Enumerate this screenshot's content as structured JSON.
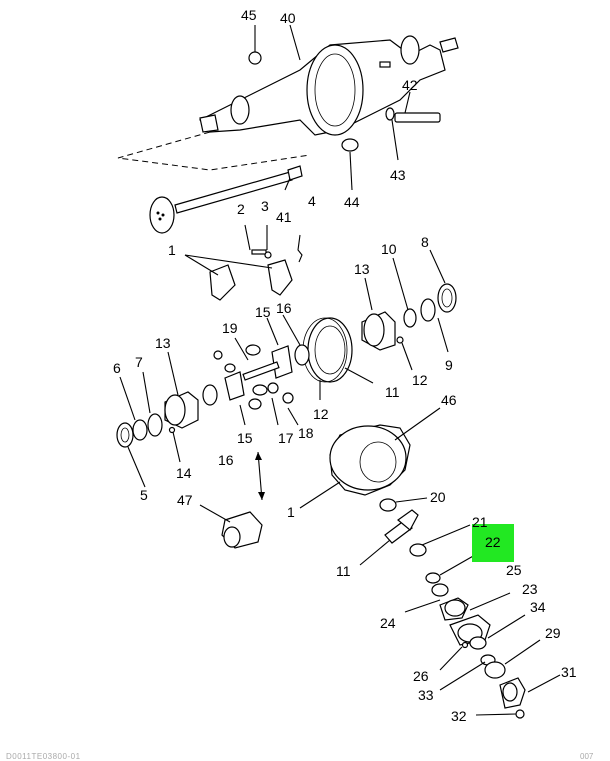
{
  "callouts": [
    "45",
    "40",
    "42",
    "43",
    "44",
    "2",
    "3",
    "4",
    "41",
    "1",
    "10",
    "8",
    "13",
    "9",
    "12",
    "11",
    "15",
    "16",
    "19",
    "13",
    "7",
    "6",
    "14",
    "15",
    "16",
    "17",
    "18",
    "12",
    "46",
    "5",
    "20",
    "1",
    "47",
    "21",
    "22",
    "11",
    "25",
    "23",
    "24",
    "34",
    "29",
    "26",
    "33",
    "31",
    "32"
  ],
  "highlight_label": "22",
  "footer_left": "D0011TE03800-01",
  "footer_right": "007"
}
